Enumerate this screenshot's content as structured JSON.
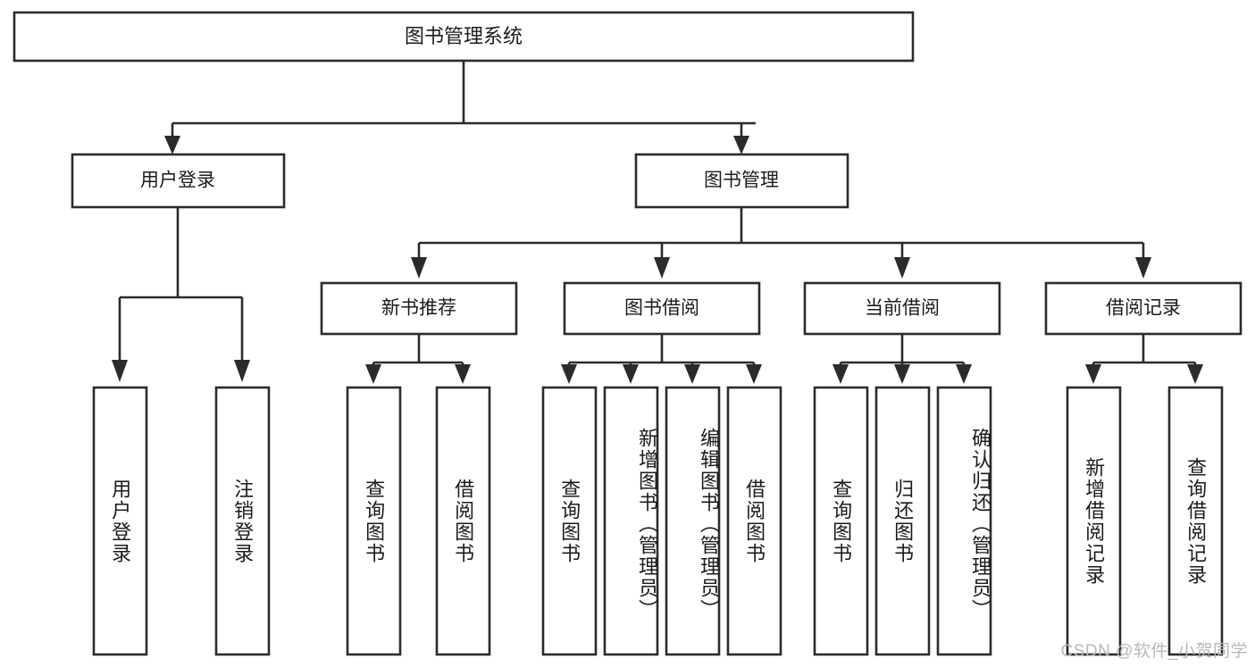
{
  "diagram": {
    "type": "hierarchy-tree",
    "title": "图书管理系统",
    "orientation": "top-down",
    "colors": {
      "stroke": "#2b2b2b",
      "box_fill": "#ffffff",
      "text": "#1b1b1b",
      "background": "#ffffff",
      "watermark": "#b9b9b9"
    },
    "root": {
      "label": "图书管理系统"
    },
    "level2": [
      {
        "label": "用户登录"
      },
      {
        "label": "图书管理"
      }
    ],
    "level3": [
      {
        "label": "新书推荐"
      },
      {
        "label": "图书借阅"
      },
      {
        "label": "当前借阅"
      },
      {
        "label": "借阅记录"
      }
    ],
    "leaves": {
      "user_login": [
        {
          "label": "用户登录"
        },
        {
          "label": "注销登录"
        }
      ],
      "new_book_recommend": [
        {
          "label": "查询图书"
        },
        {
          "label": "借阅图书"
        }
      ],
      "book_borrow": [
        {
          "label": "查询图书"
        },
        {
          "label": "新增图书（管理员）"
        },
        {
          "label": "编辑图书（管理员）"
        },
        {
          "label": "借阅图书"
        }
      ],
      "current_borrow": [
        {
          "label": "查询图书"
        },
        {
          "label": "归还图书"
        },
        {
          "label": "确认归还（管理员）"
        }
      ],
      "borrow_records": [
        {
          "label": "新增借阅记录"
        },
        {
          "label": "查询借阅记录"
        }
      ]
    }
  },
  "watermark": {
    "text": "CSDN @软件_小贺同学"
  }
}
